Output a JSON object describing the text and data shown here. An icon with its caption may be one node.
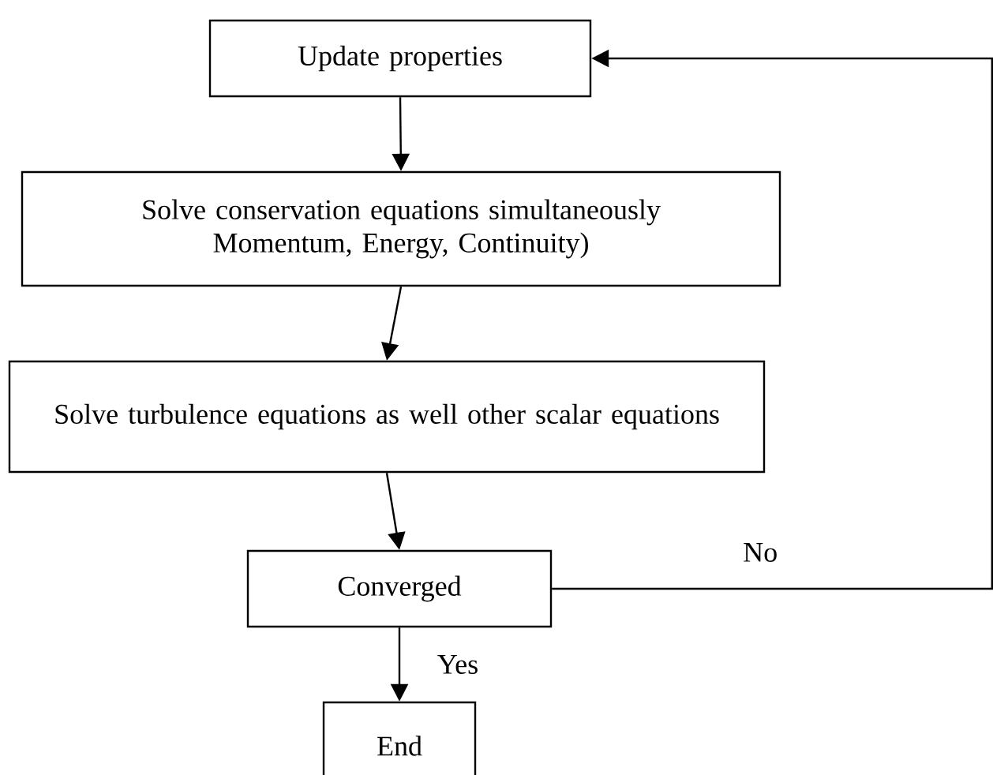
{
  "diagram": {
    "nodes": [
      {
        "text": [
          "Update properties"
        ]
      },
      {
        "text": [
          "Solve conservation equations simultaneously Momentum, Energy, Continuity)"
        ]
      },
      {
        "text": [
          "Solve turbulence equations as well other scalar equations"
        ]
      },
      {
        "text": [
          "Converged"
        ]
      },
      {
        "text": [
          "End"
        ]
      }
    ],
    "edges": [
      {
        "from": 0,
        "to": 1,
        "arrow": "to"
      },
      {
        "from": 1,
        "to": 2,
        "arrow": "to"
      },
      {
        "from": 2,
        "to": 3,
        "arrow": "to"
      },
      {
        "from": 3,
        "to": 4,
        "arrow": "to",
        "label": "Yes"
      },
      {
        "from": 3,
        "to": 0,
        "arrow": "to",
        "label": "No"
      }
    ]
  }
}
